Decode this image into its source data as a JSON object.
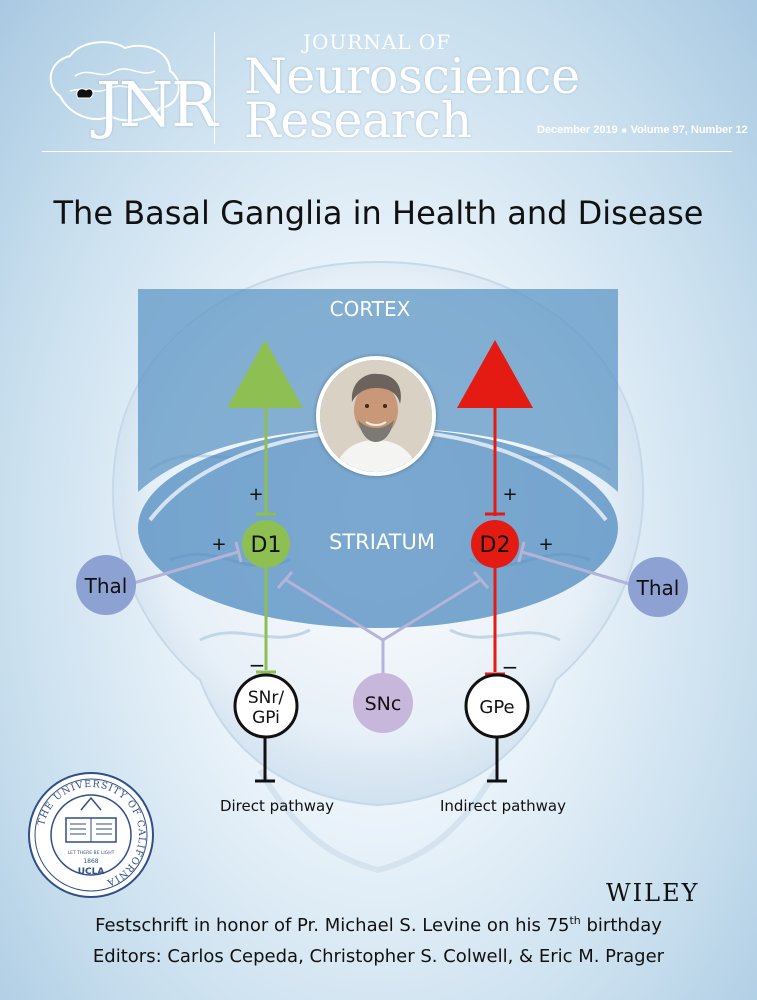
{
  "masthead": {
    "logo_letters": "JNR",
    "journal_of": "JOURNAL OF",
    "name_line1": "Neuroscience",
    "name_line2": "Research",
    "issue_date": "December 2019",
    "issue_volume": "Volume 97, Number 12"
  },
  "title": "The Basal Ganglia in Health and Disease",
  "diagram": {
    "cortex": "CORTEX",
    "striatum": "STRIATUM",
    "d1": "D1",
    "d2": "D2",
    "thal_left": "Thal",
    "thal_right": "Thal",
    "snc": "SNc",
    "snr_line1": "SNr/",
    "snr_line2": "GPi",
    "gpe": "GPe",
    "plus": "+",
    "minus": "−",
    "direct": "Direct pathway",
    "indirect": "Indirect pathway",
    "colors": {
      "cortex_region": "#5f97c6",
      "striatum_region": "#4f8bc0",
      "d1": "#8ebf53",
      "d2": "#e31b13",
      "thal": "#8ea1d3",
      "snc": "#c6b7db",
      "modulatory_line": "#b4b3d8"
    }
  },
  "seal": {
    "outer_text": "THE UNIVERSITY OF CALIFORNIA",
    "banner": "LET THERE BE LIGHT",
    "year": "1868",
    "bottom": "UCLA"
  },
  "publisher": "WILEY",
  "footer": {
    "line1_pre": "Festschrift in honor of Pr. Michael S. Levine on his 75",
    "line1_sup": "th",
    "line1_post": " birthday",
    "line2": "Editors: Carlos Cepeda, Christopher S. Colwell, & Eric M. Prager"
  }
}
